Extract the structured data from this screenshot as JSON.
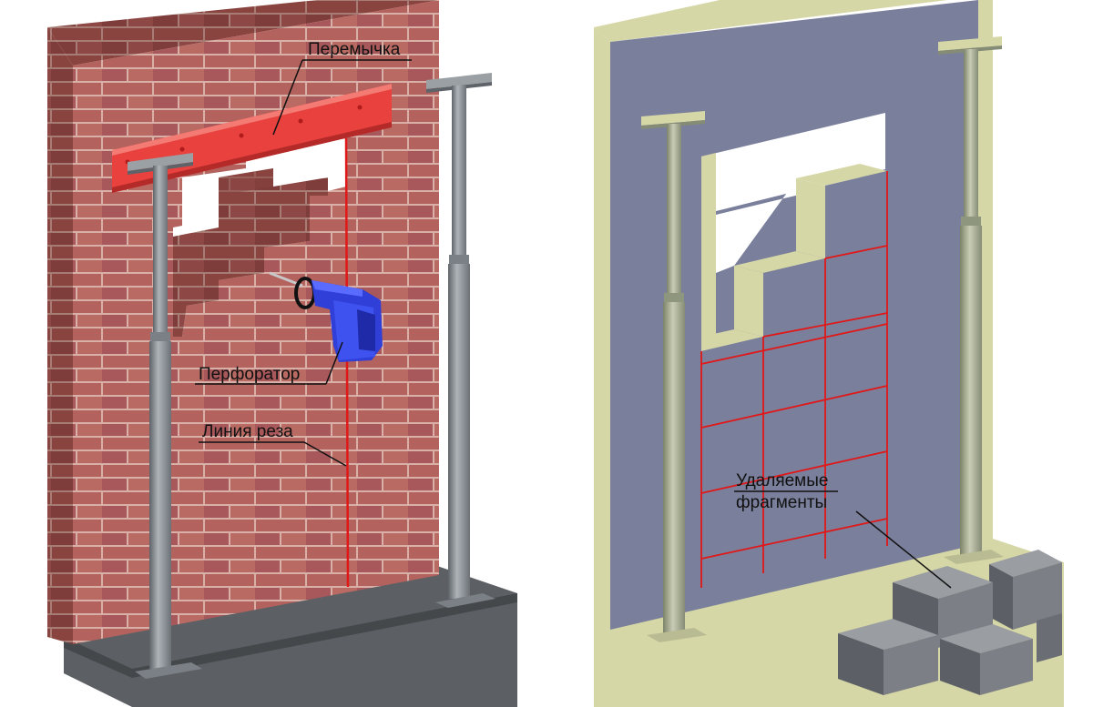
{
  "labels": {
    "lintel": "Перемычка",
    "hammer_drill": "Перфоратор",
    "cut_line": "Линия реза",
    "removed_fragments_line1": "Удаляемые",
    "removed_fragments_line2": "фрагменты"
  },
  "colors": {
    "brick_wall": "#a85c58",
    "mortar": "#d9b0a8",
    "lintel": "#e8413e",
    "cut_line": "#e01818",
    "drill": "#2f3fd8",
    "prop": "#8a9196",
    "floor_dark": "#5c5f63",
    "concrete_wall": "#7a7f9c",
    "concrete_edge": "#d6d7a6",
    "block": "#7c7f85"
  },
  "icons": {
    "left_panel": "brick-wall-with-props",
    "right_panel": "concrete-wall-with-props",
    "tool": "hammer-drill-icon"
  }
}
